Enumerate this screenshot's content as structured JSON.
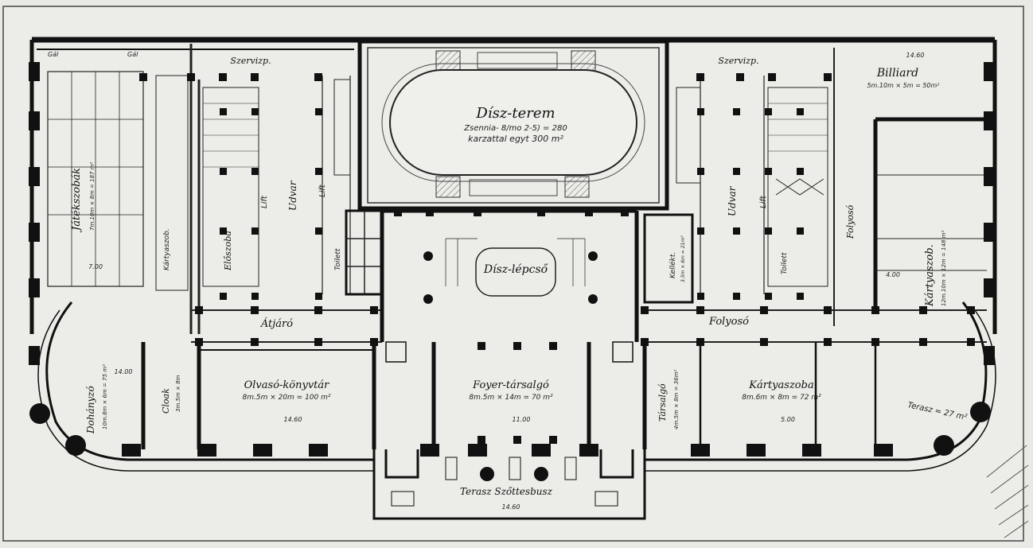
{
  "plan": {
    "rooms": {
      "dining_hall": "Dísz-terem",
      "dining_hall_note": "Zsennia- 8/mo 2-5) = 280",
      "dining_hall_note2": "karzattal egyt 300 m²",
      "main_stair": "Dísz-lépcső",
      "left_service": "Szervizp.",
      "right_service": "Szervizp.",
      "billiard": "Billiard",
      "billiard_area": "5m.10m × 5m = 50m²",
      "ladies_room": "Játékszobák",
      "ladies_room_area": "7m.10m × 8m = 187 m²",
      "card_room_side": "Kártyaszob.",
      "corridor_left": "Átjáró",
      "corridor_right": "Folyosó",
      "courtyard_left": "Udvar",
      "courtyard_right": "Udvar",
      "lift_left": "Lift",
      "lift_left2": "Lift",
      "lift_right": "Lift",
      "toilet_left": "Toilett",
      "toilet_right": "Toilett",
      "wardrobe_left": "Előszoba",
      "folyoso_right": "Folyosó",
      "reading_library": "Olvasó-könyvtár",
      "reading_library_area": "8m.5m × 20m = 100 m²",
      "foyer": "Foyer-társalgó",
      "foyer_area": "8m.5m × 14m = 70 m²",
      "card_rooms": "Kártyaszoba",
      "card_rooms_area": "8m.6m × 8m = 72 m²",
      "card_rooms_right": "Kártyaszob.",
      "card_rooms_right_area": "12m.10m × 12m = 148 m²",
      "smoking": "Dohányzó",
      "smoking_area": "10m.8m × 6m = 75 m²",
      "cloak": "Cloak",
      "cloak_area": "3m.5m × 8m",
      "tarsalgo": "Társalgó",
      "tarsalgo_area": "4m.5m × 8m = 36m²",
      "corner_right": "Terasz = 27 m²",
      "entrance": "Terasz Szőttesbusz",
      "women_lounge": "Kellékt.",
      "women_lounge_area": "3.5m × 6m = 21m²",
      "gall": "Gál",
      "gall2": "Gál"
    },
    "dims": {
      "d1": "14.60",
      "d2": "14.60",
      "d3": "11.00",
      "d4": "5.00",
      "d5": "7.00",
      "d6": "14.60",
      "d7": "4.00",
      "d8": "14.00"
    }
  }
}
